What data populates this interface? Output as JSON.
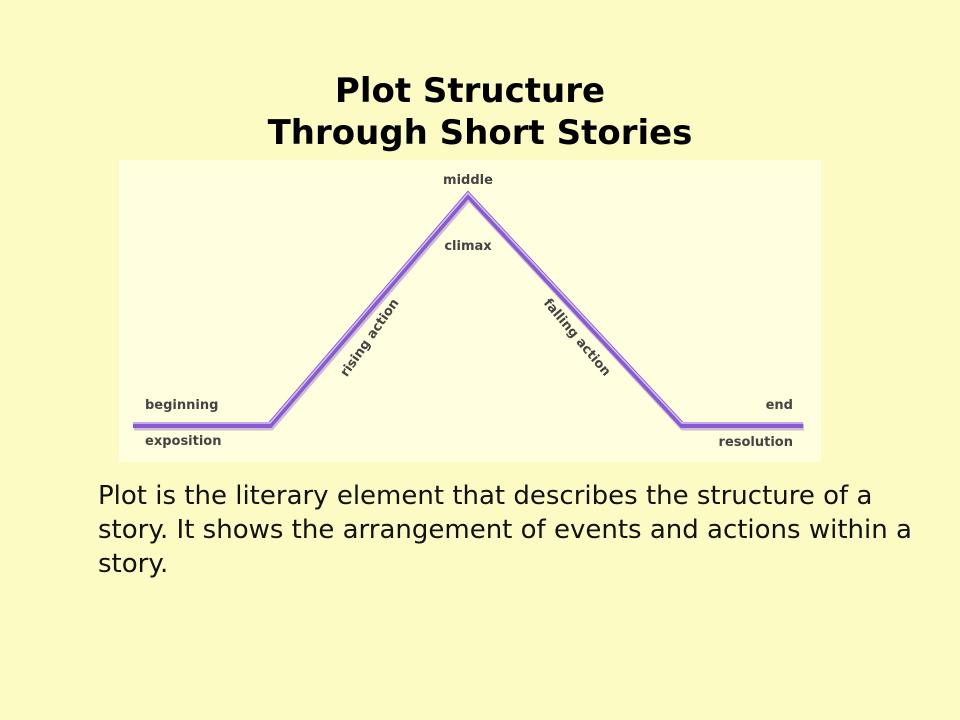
{
  "title": {
    "line1": "Plot Structure",
    "line2": "Through Short Stories"
  },
  "diagram": {
    "labels": {
      "middle": "middle",
      "climax": "climax",
      "rising_action": "rising action",
      "falling_action": "falling action",
      "beginning": "beginning",
      "exposition": "exposition",
      "end": "end",
      "resolution": "resolution"
    },
    "colors": {
      "panel_background": "#ffffdf",
      "line_main": "#8a5ad2",
      "line_highlight": "#d8c6f6",
      "slide_background": "#fcfbc3"
    }
  },
  "body": {
    "text": "Plot is the literary element that describes the structure of a story. It shows the arrangement of events and actions within a story."
  }
}
